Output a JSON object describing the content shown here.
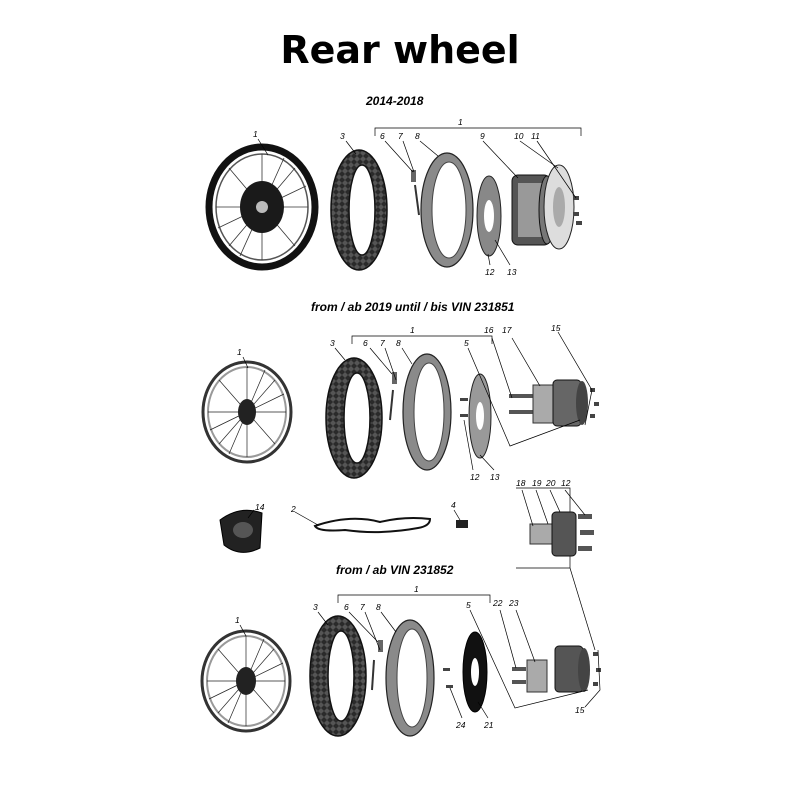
{
  "title": "Rear wheel",
  "sections": [
    {
      "label": "2014-2018"
    },
    {
      "label": "from / ab 2019 until / bis VIN 231851"
    },
    {
      "label": "from / ab VIN 231852"
    }
  ],
  "callouts": {
    "s1": [
      "1",
      "1",
      "3",
      "6",
      "7",
      "8",
      "9",
      "10",
      "11",
      "12",
      "13"
    ],
    "s2": [
      "1",
      "1",
      "3",
      "6",
      "7",
      "8",
      "5",
      "16",
      "17",
      "15",
      "12",
      "13"
    ],
    "mid": [
      "14",
      "2",
      "4",
      "18",
      "19",
      "20",
      "12"
    ],
    "s3": [
      "1",
      "1",
      "3",
      "6",
      "7",
      "8",
      "5",
      "22",
      "23",
      "15",
      "24",
      "21"
    ]
  }
}
